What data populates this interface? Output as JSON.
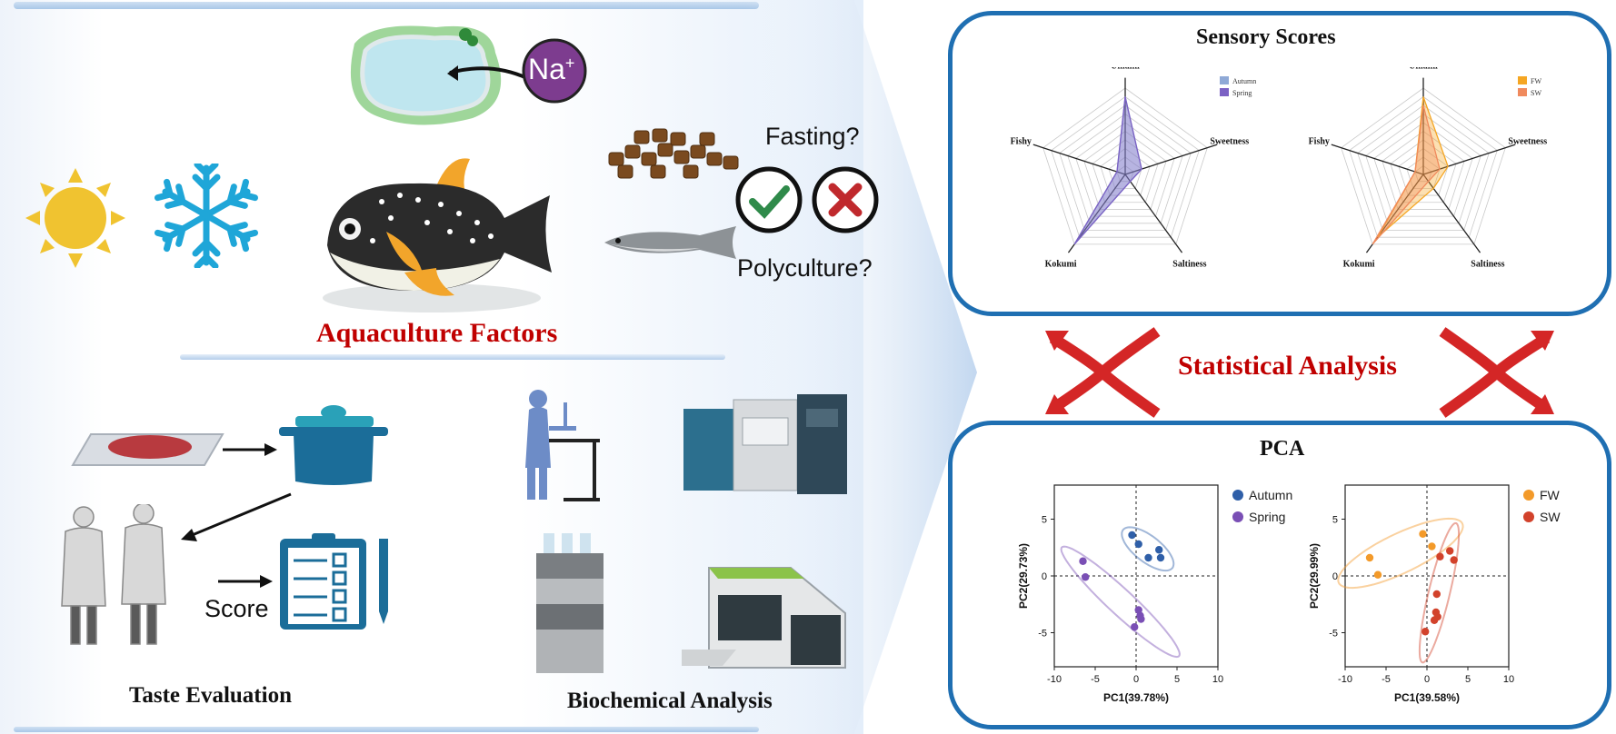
{
  "left": {
    "na_label": "Na",
    "na_sup": "+",
    "fasting": "Fasting?",
    "polyculture": "Polyculture?",
    "aquaculture": "Aquaculture Factors",
    "score": "Score",
    "taste": "Taste Evaluation",
    "biochem": "Biochemical Analysis"
  },
  "middle": {
    "stat": "Statistical Analysis"
  },
  "sensory": {
    "title": "Sensory Scores",
    "axes": [
      "Umami",
      "Sweetness",
      "Saltiness",
      "Kokumi",
      "Fishy"
    ],
    "radar_left": {
      "series": [
        {
          "name": "Autumn",
          "color": "#8fa9d6",
          "values": [
            9,
            2,
            1,
            10,
            1
          ]
        },
        {
          "name": "Spring",
          "color": "#7b61c4",
          "values": [
            9,
            2,
            1,
            10,
            1
          ]
        }
      ]
    },
    "radar_right": {
      "series": [
        {
          "name": "FW",
          "color": "#f5a623",
          "values": [
            9,
            3,
            2,
            9,
            1
          ]
        },
        {
          "name": "SW",
          "color": "#f08a5d",
          "values": [
            8,
            2,
            1,
            10,
            1
          ]
        }
      ]
    }
  },
  "pca": {
    "title": "PCA",
    "left": {
      "xlabel": "PC1(39.78%)",
      "ylabel": "PC2(29.73%)",
      "xticks": [
        "-10",
        "-5",
        "0",
        "5",
        "10"
      ],
      "yticks": [
        "5",
        "0",
        "-5"
      ],
      "series": [
        {
          "name": "Autumn",
          "color": "#2f5fa8",
          "points": [
            [
              -0.5,
              3.6
            ],
            [
              0.3,
              2.8
            ],
            [
              1.5,
              1.6
            ],
            [
              2.8,
              2.3
            ],
            [
              3,
              1.6
            ]
          ]
        },
        {
          "name": "Spring",
          "color": "#7a4fb5",
          "points": [
            [
              -6.5,
              1.3
            ],
            [
              -6.2,
              -0.1
            ],
            [
              0.3,
              -3.0
            ],
            [
              0.5,
              -3.5
            ],
            [
              -0.2,
              -4.5
            ],
            [
              0.6,
              -3.8
            ]
          ]
        }
      ]
    },
    "right": {
      "xlabel": "PC1(39.58%)",
      "ylabel": "PC2(29.99%)",
      "xticks": [
        "-10",
        "-5",
        "0",
        "5",
        "10"
      ],
      "yticks": [
        "5",
        "0",
        "-5"
      ],
      "series": [
        {
          "name": "FW",
          "color": "#f39a2a",
          "points": [
            [
              -7,
              1.6
            ],
            [
              -6,
              0.1
            ],
            [
              -0.5,
              3.7
            ],
            [
              0.6,
              2.6
            ]
          ]
        },
        {
          "name": "SW",
          "color": "#d2422b",
          "points": [
            [
              2.8,
              2.2
            ],
            [
              3.3,
              1.4
            ],
            [
              1.6,
              1.7
            ],
            [
              1.2,
              -1.6
            ],
            [
              1.1,
              -3.2
            ],
            [
              1.3,
              -3.6
            ],
            [
              0.9,
              -3.9
            ],
            [
              -0.2,
              -4.9
            ]
          ]
        }
      ]
    }
  }
}
